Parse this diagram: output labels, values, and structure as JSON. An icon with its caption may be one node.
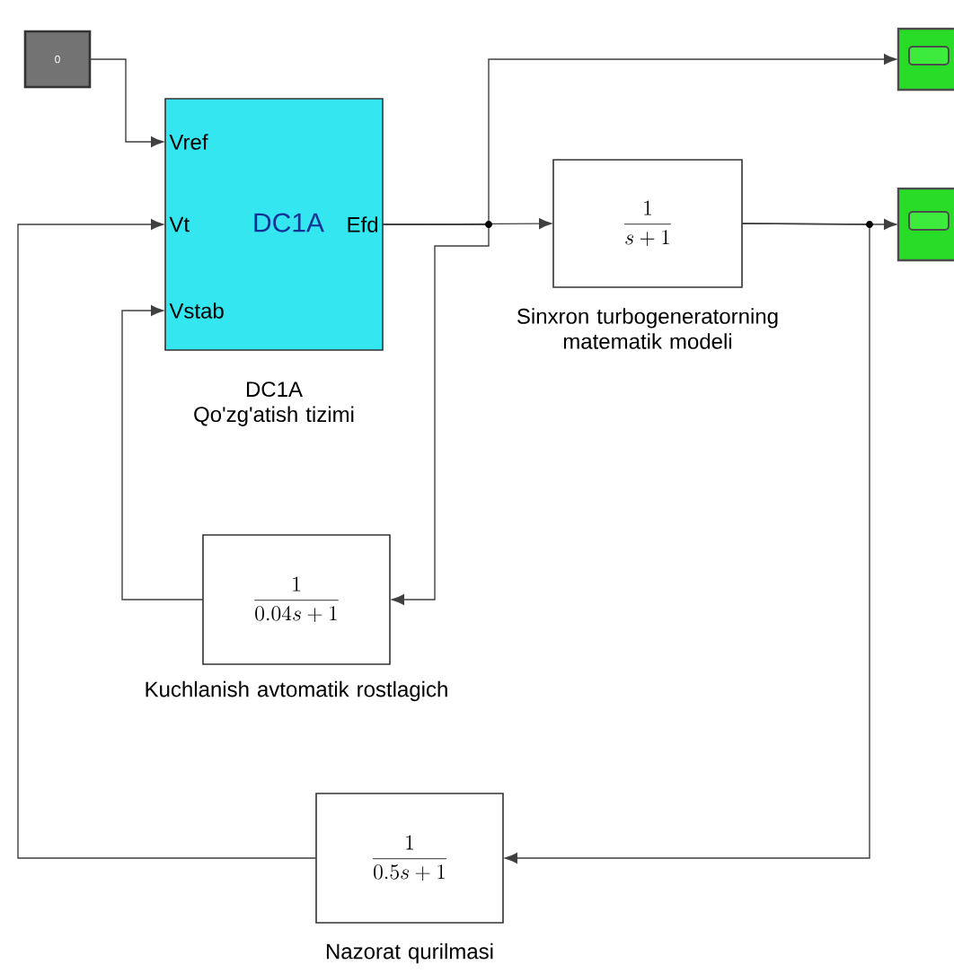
{
  "diagram": {
    "nodes": [
      {
        "text": [
          "0"
        ]
      },
      {
        "text": [
          "Vref",
          "Vt",
          "DC1A",
          "Efd",
          "Vstab"
        ],
        "beside": [
          "DC1A Qo'zg'atish tizimi"
        ]
      },
      {
        "text": [
          "\\frac{1}{s+1}"
        ],
        "beside": [
          "Sinxron turbogeneratorning matematik modeli"
        ]
      },
      {
        "text": [
          "\\frac{1}{0.04s+1}"
        ],
        "beside": [
          "Kuchlanish avtomatik rostlagich"
        ]
      },
      {
        "text": [
          "\\frac{1}{0.5s+1}"
        ],
        "beside": [
          "Nazorat qurilmasi"
        ]
      },
      {
        "text": [],
        "shape": "box"
      },
      {
        "text": [],
        "shape": "box"
      }
    ],
    "edges": [
      {
        "from": 0,
        "to": 1,
        "arrow": "to"
      },
      {
        "from": 1,
        "to": 5,
        "arrow": "to"
      },
      {
        "from": 1,
        "to": 2,
        "arrow": "to"
      },
      {
        "from": 1,
        "to": 3,
        "arrow": "to"
      },
      {
        "from": 3,
        "to": 1,
        "arrow": "to"
      },
      {
        "from": 2,
        "to": 6,
        "arrow": "to"
      },
      {
        "from": 2,
        "to": 4,
        "arrow": "to"
      },
      {
        "from": 4,
        "to": 1,
        "arrow": "to"
      }
    ]
  }
}
